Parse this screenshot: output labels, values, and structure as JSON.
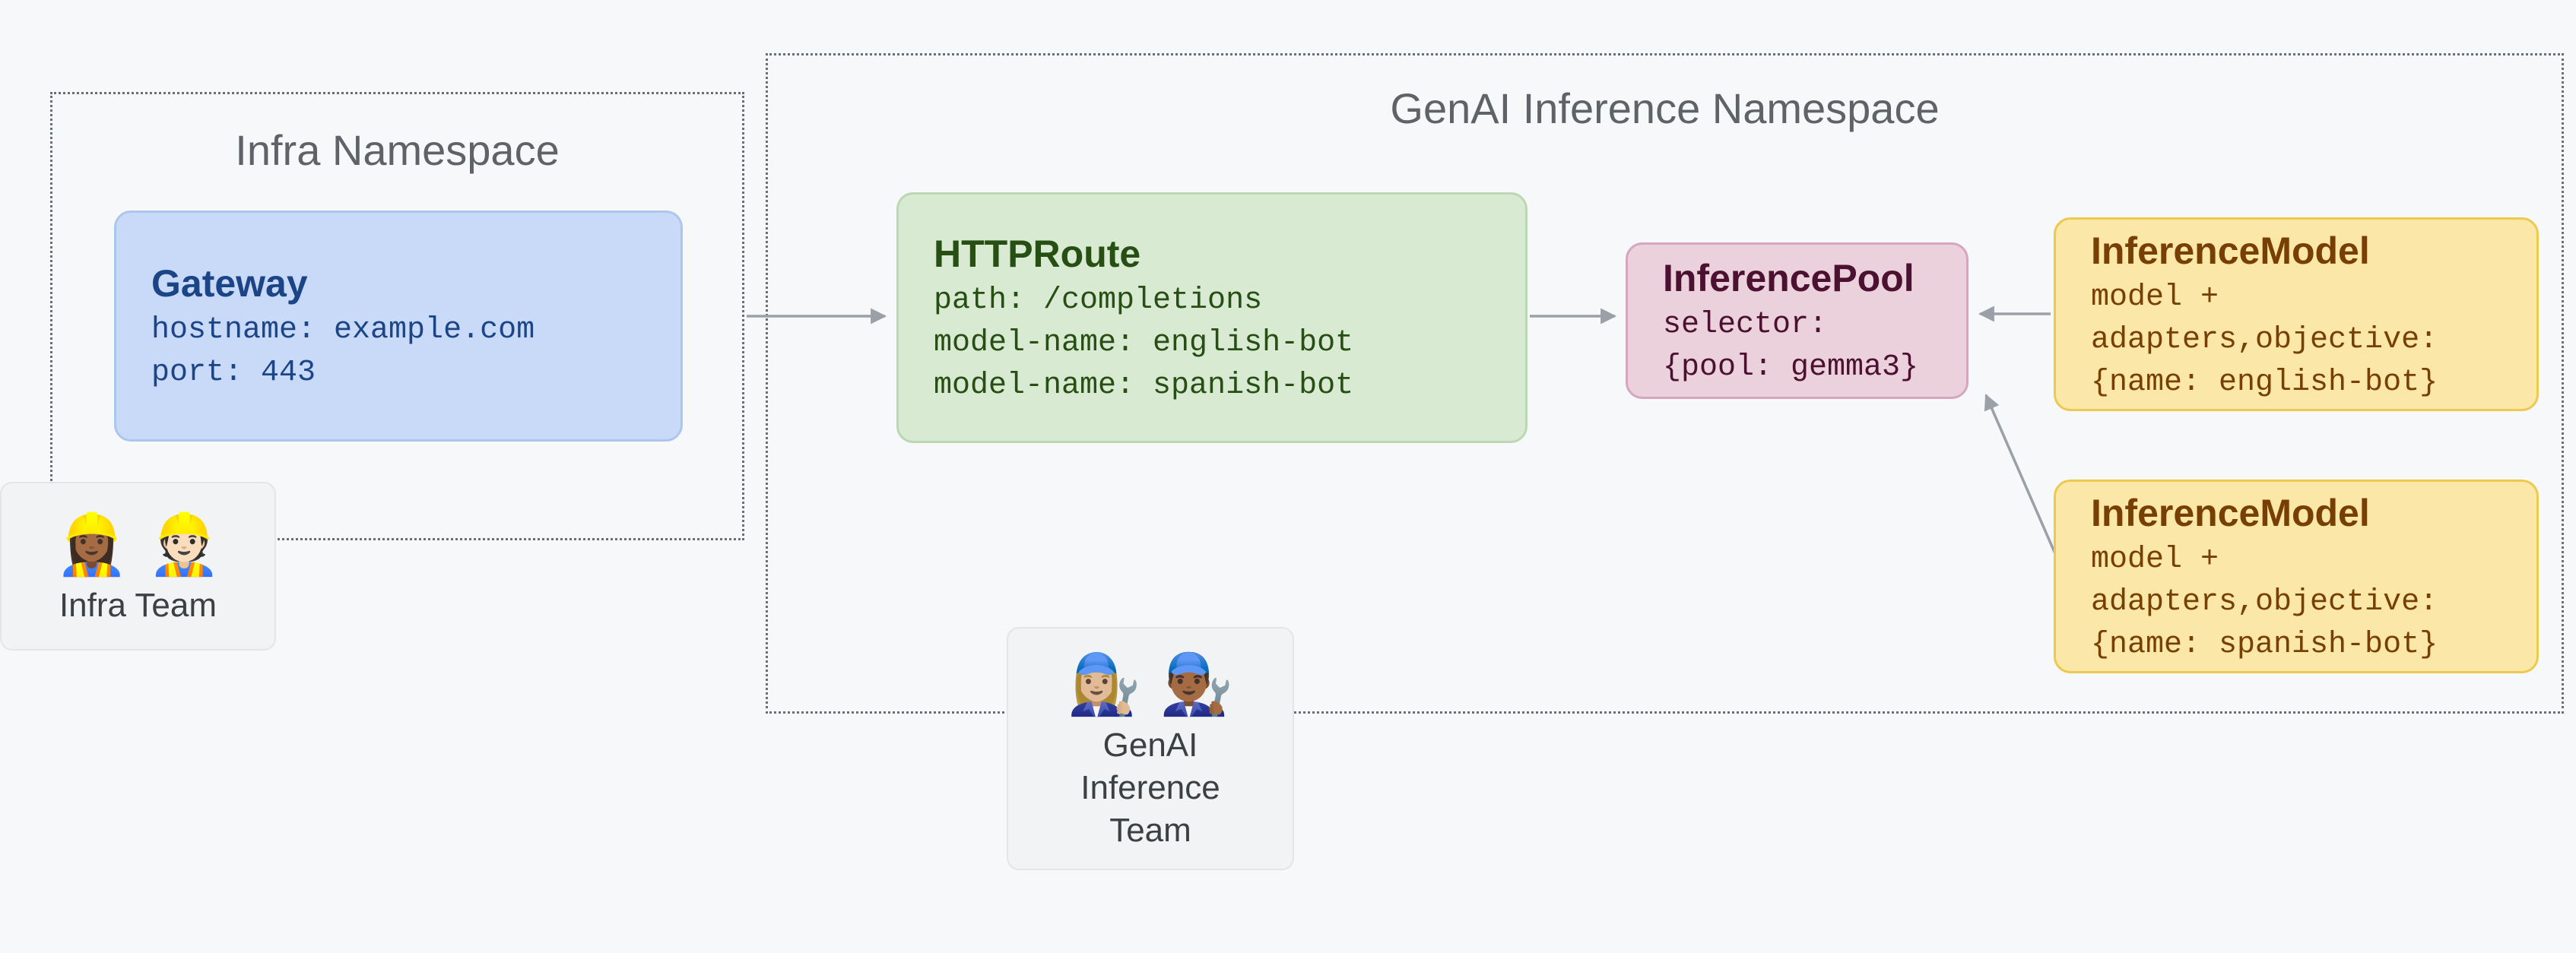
{
  "namespaces": {
    "infra": {
      "title": "Infra Namespace",
      "nodes": {
        "gateway": {
          "title": "Gateway",
          "lines": [
            "hostname: example.com",
            "port: 443"
          ],
          "fill": "#c9daf8",
          "text_color": "#1c4587"
        }
      }
    },
    "genai": {
      "title": "GenAI Inference Namespace",
      "nodes": {
        "httproute": {
          "title": "HTTPRoute",
          "lines": [
            "path: /completions",
            "model-name: english-bot",
            "model-name: spanish-bot"
          ],
          "fill": "#d9ead3",
          "text_color": "#274e13"
        },
        "inference_pool": {
          "title": "InferencePool",
          "lines": [
            "selector:",
            "{pool: gemma3}"
          ],
          "fill": "#ead1dc",
          "text_color": "#4c1130"
        },
        "inference_model_english": {
          "title": "InferenceModel",
          "lines": [
            "model +",
            "adapters,objective:",
            "{name: english-bot}"
          ],
          "fill": "#fbe7a8",
          "text_color": "#783f04"
        },
        "inference_model_spanish": {
          "title": "InferenceModel",
          "lines": [
            "model +",
            "adapters,objective:",
            "{name: spanish-bot}"
          ],
          "fill": "#fbe7a8",
          "text_color": "#783f04"
        }
      }
    }
  },
  "teams": {
    "infra": {
      "emoji": "👷🏾‍♀️ 👷🏻",
      "label": "Infra Team"
    },
    "genai": {
      "emoji": "👩🏼‍🔧 👨🏾‍🔧",
      "label_lines": [
        "GenAI",
        "Inference",
        "Team"
      ]
    }
  },
  "connections": [
    {
      "from": "gateway",
      "to": "httproute"
    },
    {
      "from": "httproute",
      "to": "inference_pool"
    },
    {
      "from": "inference_model_english",
      "to": "inference_pool"
    },
    {
      "from": "inference_model_spanish",
      "to": "inference_pool"
    }
  ],
  "colors": {
    "background": "#f7f8f9",
    "arrow": "#9aa0a6",
    "namespace_border": "#6a6f74",
    "namespace_title": "#5f6368"
  }
}
